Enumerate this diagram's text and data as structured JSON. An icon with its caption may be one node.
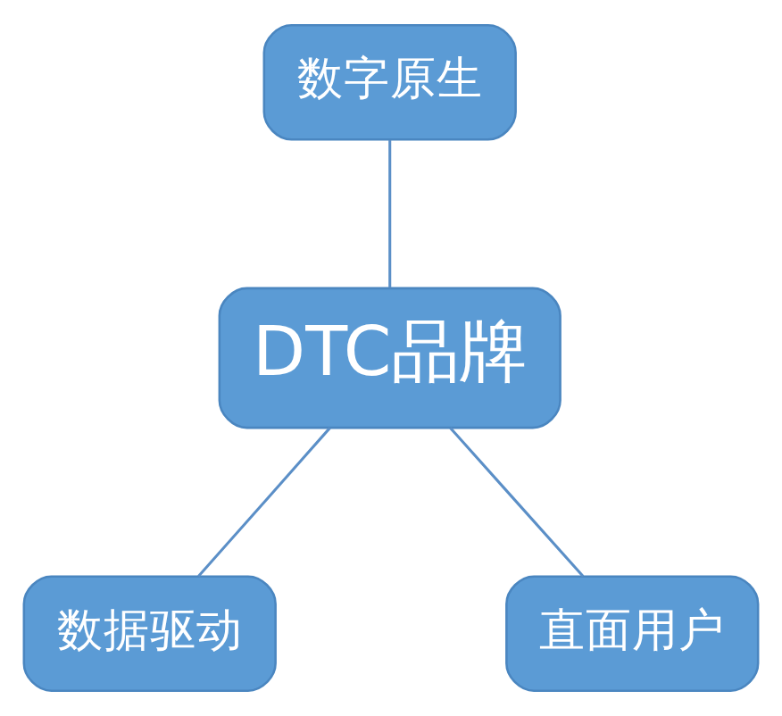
{
  "diagram": {
    "nodes": [
      {
        "text": [
          "数字原生"
        ]
      },
      {
        "text": [
          "DTC品牌"
        ]
      },
      {
        "text": [
          "数据驱动"
        ]
      },
      {
        "text": [
          "直面用户"
        ]
      }
    ],
    "edges": [
      {
        "from": 0,
        "to": 1,
        "arrow": "none"
      },
      {
        "from": 1,
        "to": 2,
        "arrow": "none"
      },
      {
        "from": 1,
        "to": 3,
        "arrow": "none"
      }
    ]
  }
}
